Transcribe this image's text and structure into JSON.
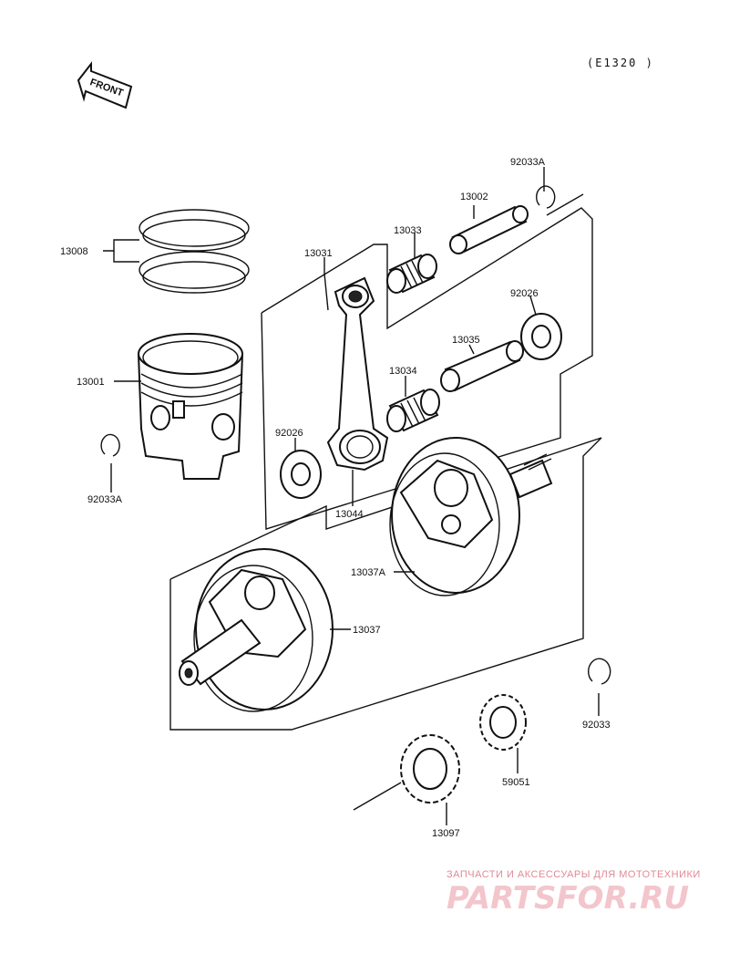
{
  "diagram_code": "(E1320 )",
  "front_label": "FRONT",
  "parts": {
    "p13008": "13008",
    "p13001": "13001",
    "p92033A_left": "92033A",
    "p13031": "13031",
    "p13033": "13033",
    "p13002": "13002",
    "p92033A_right": "92033A",
    "p92026_right": "92026",
    "p13035": "13035",
    "p13034": "13034",
    "p92026_left": "92026",
    "p13044": "13044",
    "p13037A": "13037A",
    "p13037": "13037",
    "p92033": "92033",
    "p59051": "59051",
    "p13097": "13097"
  },
  "watermark": {
    "top": "ЗАПЧАСТИ И АКСЕССУАРЫ ДЛЯ МОТОТЕХНИКИ",
    "brand": "PARTSFOR.RU",
    "brand_color": "#f2c6cc",
    "top_color": "#e08a96"
  }
}
